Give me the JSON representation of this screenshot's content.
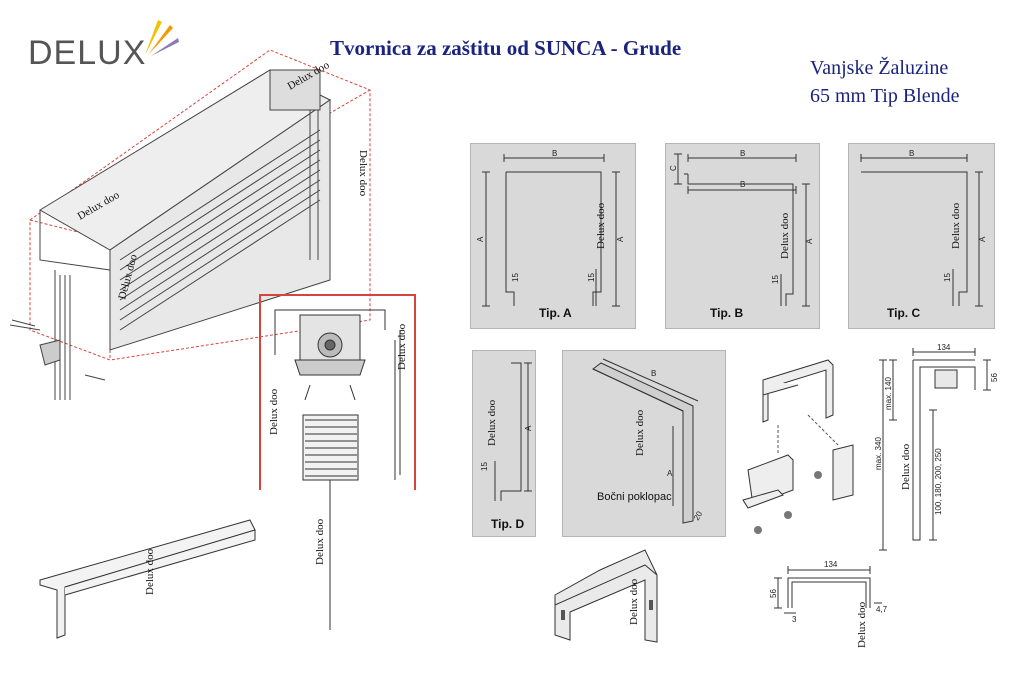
{
  "header": {
    "title": "Tvornica za zaštitu od SUNCA - Grude",
    "subtitle_line1": "Vanjske Žaluzine",
    "subtitle_line2": "65 mm Tip Blende"
  },
  "logo": {
    "text": "DELUX",
    "icon": "sun-rays-logo"
  },
  "watermark": "Delux doo",
  "panels": {
    "tip_a": {
      "label": "Tip. A",
      "dim_b": "B",
      "dim_a": "A",
      "dim_15": "15"
    },
    "tip_b": {
      "label": "Tip. B",
      "dim_b": "B",
      "dim_a": "A",
      "dim_c": "C",
      "dim_15": "15"
    },
    "tip_c": {
      "label": "Tip. C",
      "dim_b": "B",
      "dim_a": "A",
      "dim_15": "15"
    },
    "tip_d": {
      "label": "Tip. D",
      "dim_a": "A",
      "dim_15": "15"
    },
    "side_cover": {
      "label": "Bočni poklopac",
      "dim_b": "B",
      "dim_a": "A",
      "dim_20": "20"
    }
  },
  "bracket_drawing": {
    "dim_134": "134",
    "dim_56": "56",
    "dim_140": "max. 140",
    "dim_340": "max. 340",
    "dim_range": "100, 180, 200, 250"
  },
  "bracket_small": {
    "dim_134": "134",
    "dim_56": "56",
    "dim_3": "3",
    "dim_47": "4,7"
  }
}
